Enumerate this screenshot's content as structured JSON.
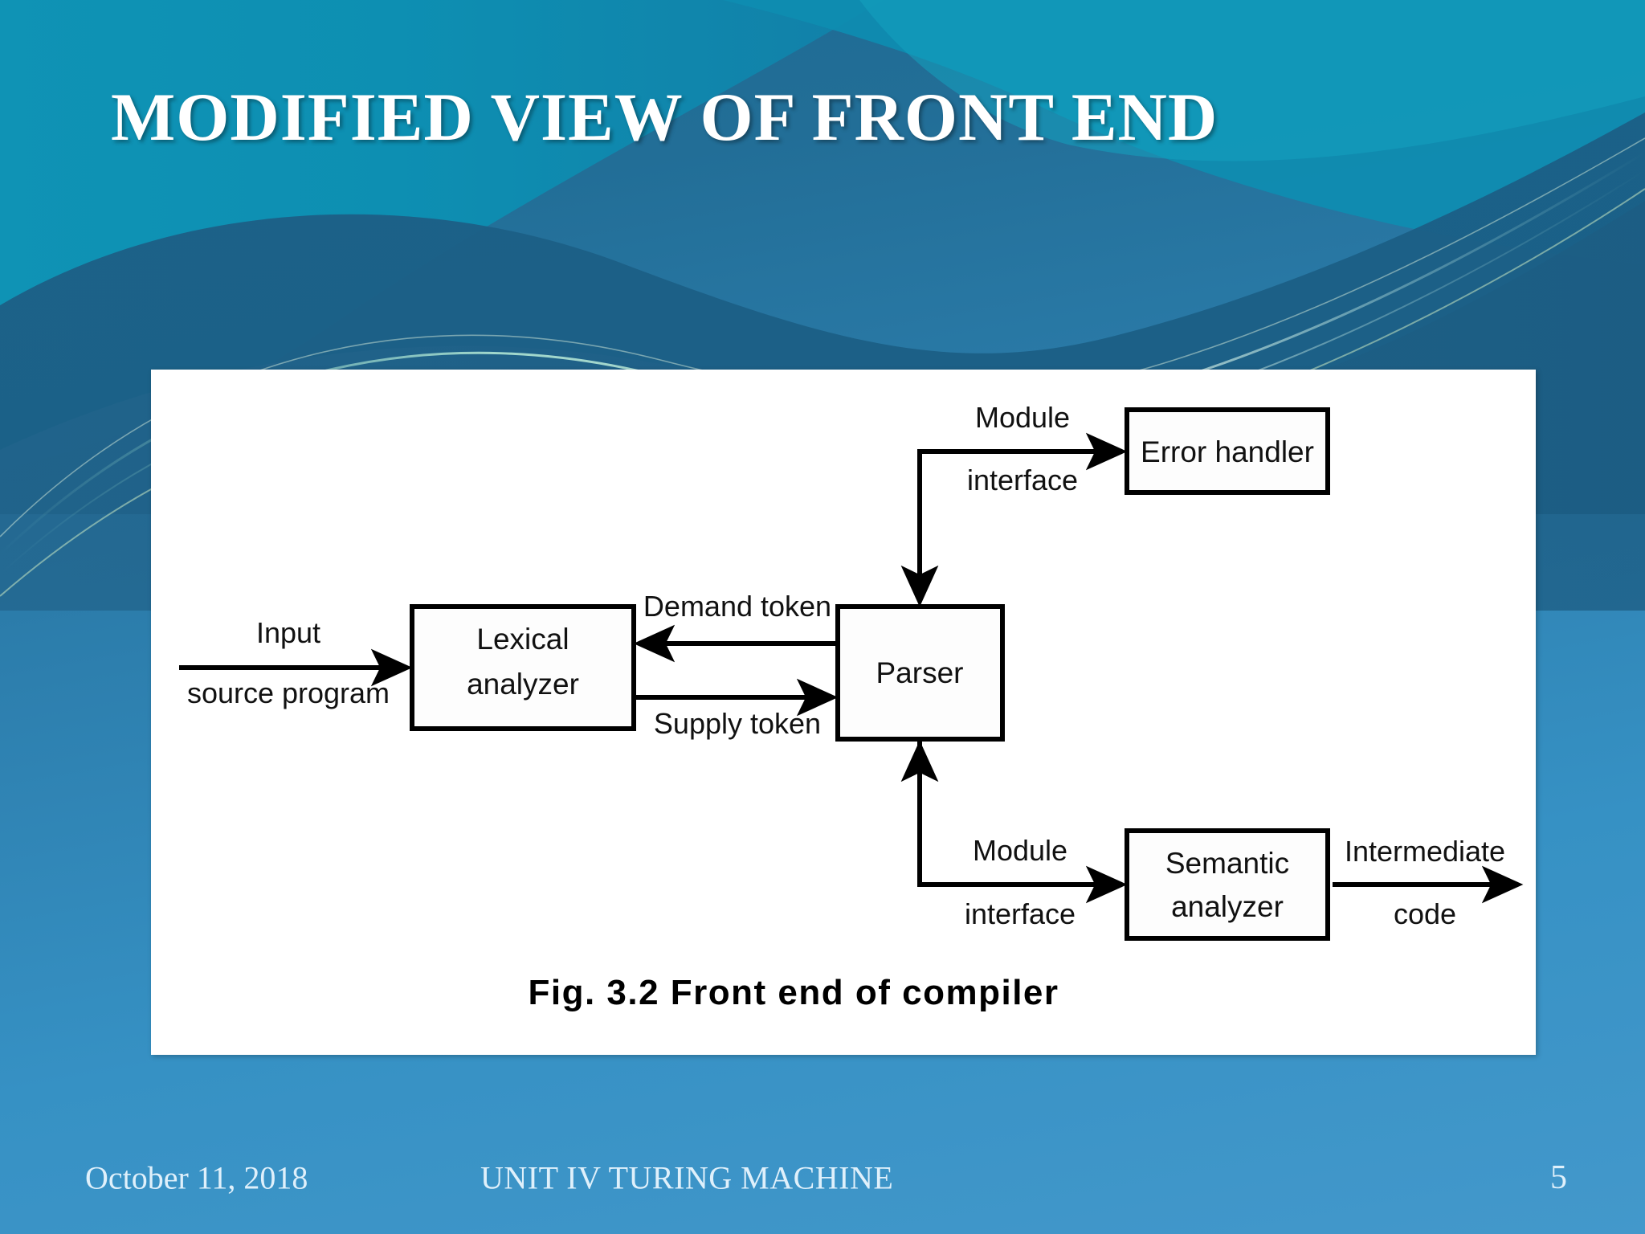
{
  "slide": {
    "title": "MODIFIED VIEW OF FRONT END",
    "accent_color": "#2d7fae",
    "title_color": "#ffffff",
    "panel_background": "#ffffff"
  },
  "footer": {
    "date": "October 11, 2018",
    "unit": "UNIT IV TURING MACHINE",
    "page_number": "5"
  },
  "figure": {
    "caption": "Fig. 3.2 Front end of compiler",
    "boxes": {
      "lexical": "Lexical\nanalyzer",
      "lexical_line1": "Lexical",
      "lexical_line2": "analyzer",
      "parser": "Parser",
      "error_handler": "Error handler",
      "semantic_line1": "Semantic",
      "semantic_line2": "analyzer"
    },
    "labels": {
      "input_line1": "Input",
      "input_line2": "source program",
      "demand_token": "Demand token",
      "supply_token": "Supply token",
      "module_top": "Module",
      "interface_top": "interface",
      "module_bottom": "Module",
      "interface_bottom": "interface",
      "intermediate_line1": "Intermediate",
      "intermediate_line2": "code"
    }
  }
}
